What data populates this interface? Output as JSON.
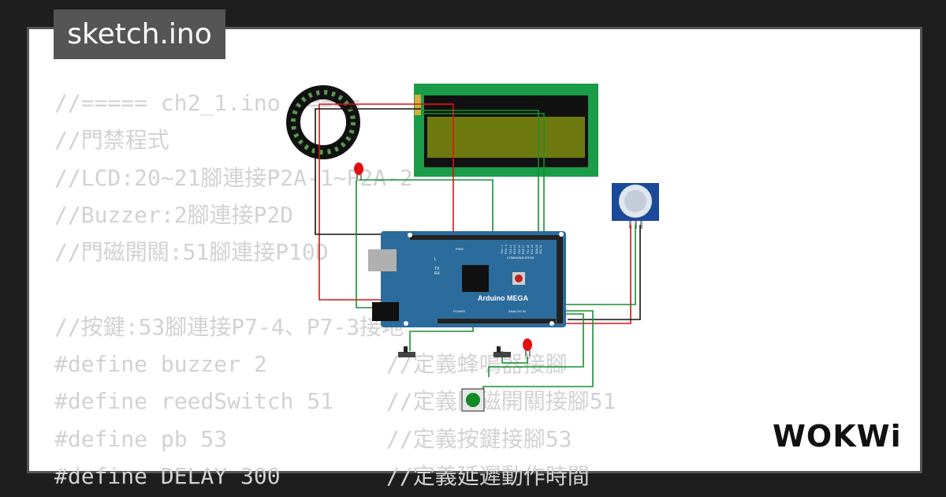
{
  "tab": {
    "filename": "sketch.ino"
  },
  "code": {
    "lines": [
      "//===== ch2_1.ino =====",
      "//門禁程式",
      "//LCD:20~21腳連接P2A-1~P2A-2",
      "//Buzzer:2腳連接P2D",
      "//門磁開關:51腳連接P10D",
      "",
      "//按鍵:53腳連接P7-4、P7-3接地",
      "#define buzzer 2",
      "#define reedSwitch 51",
      "#define pb 53",
      "#define DELAY 300"
    ],
    "comments": [
      "",
      "",
      "",
      "",
      "",
      "",
      "",
      "//定義蜂鳴器接腳",
      "//定義門磁開關接腳51",
      "//定義按鍵接腳53",
      "//定義延遲動作時間"
    ]
  },
  "board": {
    "label": "Arduino MEGA",
    "communication_label": "COMMUNICATION",
    "pwm_label": "PWM",
    "power_label": "POWER",
    "analog_label": "ANALOG IN",
    "led_l": "L",
    "led_tx": "TX",
    "led_rx": "RX",
    "comm_pins": [
      "TX0→1",
      "RX0←0",
      "TX3 14",
      "RX3 15",
      "TX2 16",
      "RX2 17",
      "TX1 18",
      "RX1 19",
      "SDA 20",
      "SCL 21"
    ]
  },
  "logo": {
    "text": "WOKWi"
  },
  "colors": {
    "background": "#1e1e1e",
    "card_border": "#555555",
    "tab_bg": "#555555",
    "code_text": "#d2d2d2",
    "board_blue": "#2c6c9c",
    "lcd_green": "#1a9c48",
    "lcd_screen": "#6e7a10",
    "pir_blue": "#1b4a9a",
    "wire_red": "#e01010",
    "wire_green": "#17902e",
    "wire_black": "#111111"
  }
}
